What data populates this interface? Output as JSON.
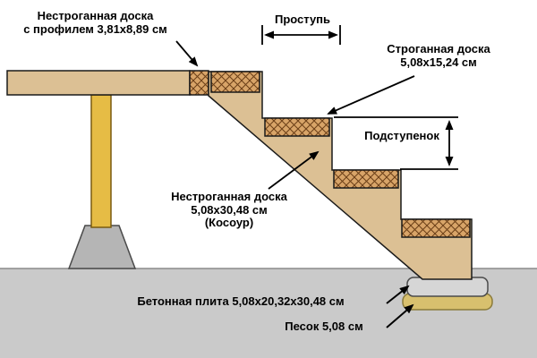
{
  "diagram": {
    "labels": {
      "profile_board": "Нестроганная доска\nс профилем 3,81x8,89 см",
      "tread": "Проступь",
      "planed_board": "Строганная доска\n5,08x15,24 см",
      "riser": "Подступенок",
      "stringer": "Нестроганная доска\n5,08x30,48 см\n(Косоур)",
      "concrete_slab": "Бетонная плита 5,08x20,32x30,48 см",
      "sand": "Песок 5,08 см"
    },
    "colors": {
      "wood": "#dcc094",
      "tread_fill": "#d8a468",
      "hatch_line": "#6b3f17",
      "post": "#e6bc45",
      "footing": "#b5b5b5",
      "ground": "#cacaca",
      "concrete_slab": "#d6d6d6",
      "sand": "#d8c06e",
      "outline": "#1a1a1a",
      "arrow": "#000000"
    }
  }
}
